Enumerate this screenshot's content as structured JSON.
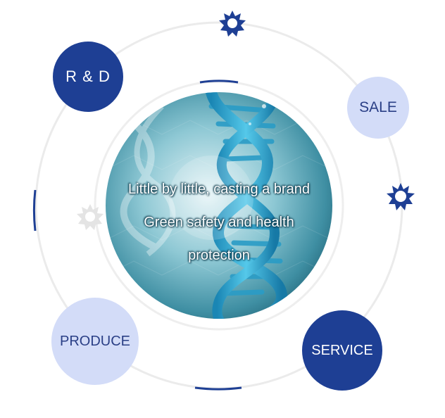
{
  "colors": {
    "dark_bubble": "#1e3f94",
    "light_bubble": "#d3dcf8",
    "ring": "#ececec",
    "accent_arc": "#1e3f94",
    "dna_teal": "#2aa7cc"
  },
  "nodes": {
    "rd": {
      "label": "R & D"
    },
    "sale": {
      "label": "SALE"
    },
    "produce": {
      "label": "PRODUCE"
    },
    "service": {
      "label": "SERVICE"
    }
  },
  "center": {
    "line1": "Little by little, casting a brand",
    "line2": "Green safety and health",
    "line3": "protection"
  },
  "icons": {
    "top": "burst-star-icon",
    "right": "burst-star-icon",
    "left": "burst-star-outline-icon"
  }
}
